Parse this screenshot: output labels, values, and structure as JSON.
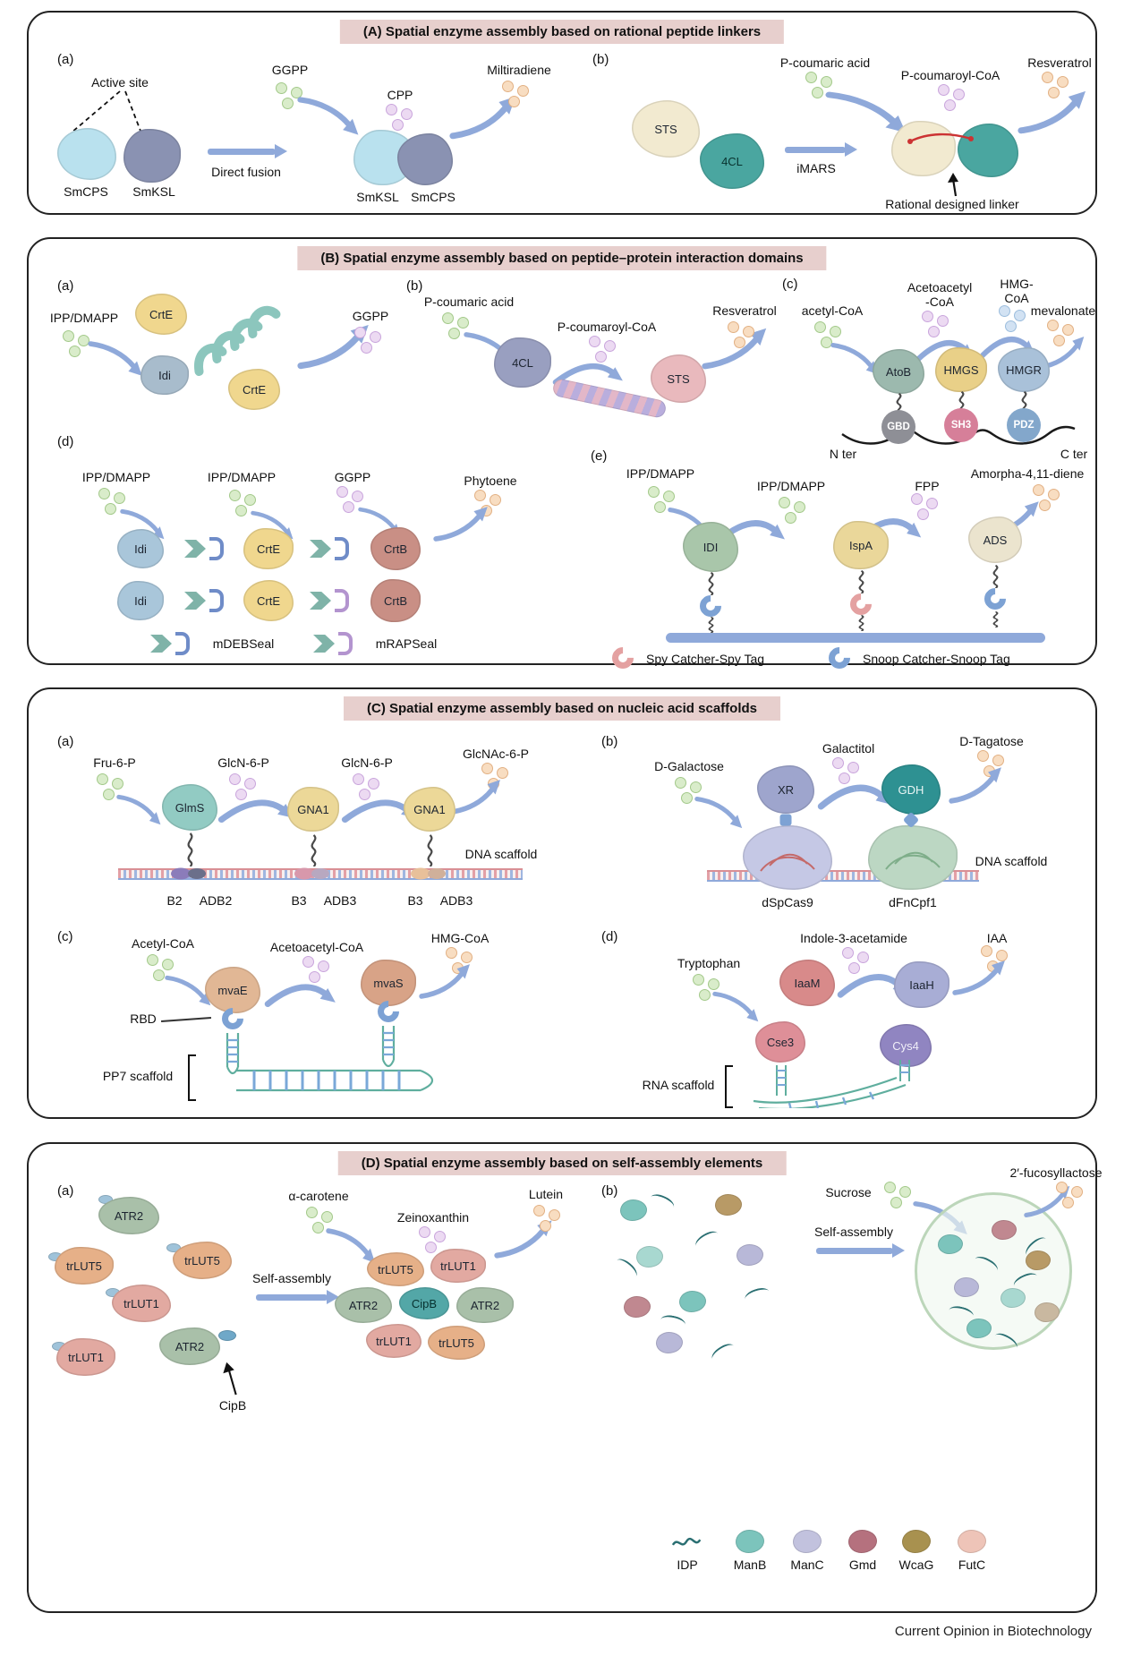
{
  "footer": "Current Opinion in Biotechnology",
  "panelA": {
    "title": "(A) Spatial enzyme assembly based on rational peptide linkers",
    "a": {
      "tag": "(a)",
      "active_site": "Active site",
      "smcps": "SmCPS",
      "smksl": "SmKSL",
      "ggpp": "GGPP",
      "direct_fusion": "Direct fusion",
      "cpp": "CPP",
      "fused_smksl": "SmKSL",
      "fused_smcps": "SmCPS",
      "product": "Miltiradiene"
    },
    "b": {
      "tag": "(b)",
      "sts": "STS",
      "fcl": "4CL",
      "substrate": "P-coumaric acid",
      "imars": "iMARS",
      "intermediate": "P-coumaroyl-CoA",
      "product": "Resveratrol",
      "linker_note": "Rational designed linker"
    }
  },
  "panelB": {
    "title": "(B) Spatial enzyme assembly based on peptide–protein interaction domains",
    "a": {
      "tag": "(a)",
      "substrate": "IPP/DMAPP",
      "crte1": "CrtE",
      "idi": "Idi",
      "crte2": "CrtE",
      "product": "GGPP"
    },
    "b": {
      "tag": "(b)",
      "substrate": "P-coumaric acid",
      "fcl": "4CL",
      "intermediate": "P-coumaroyl-CoA",
      "sts": "STS",
      "product": "Resveratrol"
    },
    "c": {
      "tag": "(c)",
      "s1": "acetyl-CoA",
      "s2a": "Acetoacetyl",
      "s2b": "-CoA",
      "s3a": "HMG-",
      "s3b": "CoA",
      "product": "mevalonate",
      "e1": "AtoB",
      "e2": "HMGS",
      "e3": "HMGR",
      "d1": "GBD",
      "d2": "SH3",
      "d3": "PDZ",
      "nter": "N ter",
      "cter": "C ter"
    },
    "d": {
      "tag": "(d)",
      "s1": "IPP/DMAPP",
      "s2": "IPP/DMAPP",
      "s3": "GGPP",
      "product": "Phytoene",
      "idi": "Idi",
      "crte": "CrtE",
      "crtb": "CrtB",
      "legend1": "mDEBSeal",
      "legend2": "mRAPSeal"
    },
    "e": {
      "tag": "(e)",
      "s1": "IPP/DMAPP",
      "s2": "IPP/DMAPP",
      "s3": "FPP",
      "product": "Amorpha-4,11-diene",
      "e1": "IDI",
      "e2": "IspA",
      "e3": "ADS",
      "legend1": "Spy Catcher-Spy Tag",
      "legend2": "Snoop Catcher-Snoop Tag"
    }
  },
  "panelC": {
    "title": "(C) Spatial enzyme assembly based on nucleic acid scaffolds",
    "a": {
      "tag": "(a)",
      "s1": "Fru-6-P",
      "s2": "GlcN-6-P",
      "s3": "GlcN-6-P",
      "product": "GlcNAc-6-P",
      "e1": "GlmS",
      "e2": "GNA1",
      "e3": "GNA1",
      "scaffold": "DNA scaffold",
      "b2": "B2",
      "adb2": "ADB2",
      "b3a": "B3",
      "adb3a": "ADB3",
      "b3b": "B3",
      "adb3b": "ADB3"
    },
    "b": {
      "tag": "(b)",
      "s1": "D-Galactose",
      "s2": "Galactitol",
      "product": "D-Tagatose",
      "e1": "XR",
      "e2": "GDH",
      "scaffold": "DNA scaffold",
      "cas1": "dSpCas9",
      "cas2": "dFnCpf1"
    },
    "c": {
      "tag": "(c)",
      "s1": "Acetyl-CoA",
      "s2": "Acetoacetyl-CoA",
      "product": "HMG-CoA",
      "e1": "mvaE",
      "e2": "mvaS",
      "rbd": "RBD",
      "scaffold": "PP7 scaffold"
    },
    "d": {
      "tag": "(d)",
      "s1": "Tryptophan",
      "s2": "Indole-3-acetamide",
      "product": "IAA",
      "e1": "IaaM",
      "e2": "IaaH",
      "b1": "Cse3",
      "b2": "Cys4",
      "scaffold": "RNA scaffold"
    }
  },
  "panelD": {
    "title": "(D) Spatial enzyme assembly based on self-assembly elements",
    "a": {
      "tag": "(a)",
      "scattered": [
        "ATR2",
        "trLUT5",
        "trLUT5",
        "trLUT1",
        "trLUT1",
        "ATR2"
      ],
      "cipb": "CipB",
      "self_assembly": "Self-assembly",
      "s1": "α-carotene",
      "s2": "Zeinoxanthin",
      "product": "Lutein",
      "assembled": [
        "trLUT5",
        "trLUT1",
        "ATR2",
        "CipB",
        "ATR2",
        "trLUT1",
        "trLUT5"
      ]
    },
    "b": {
      "tag": "(b)",
      "substrate": "Sucrose",
      "self_assembly": "Self-assembly",
      "product": "2′-fucosyllactose",
      "legend": [
        "IDP",
        "ManB",
        "ManC",
        "Gmd",
        "WcaG",
        "FutC"
      ]
    }
  }
}
